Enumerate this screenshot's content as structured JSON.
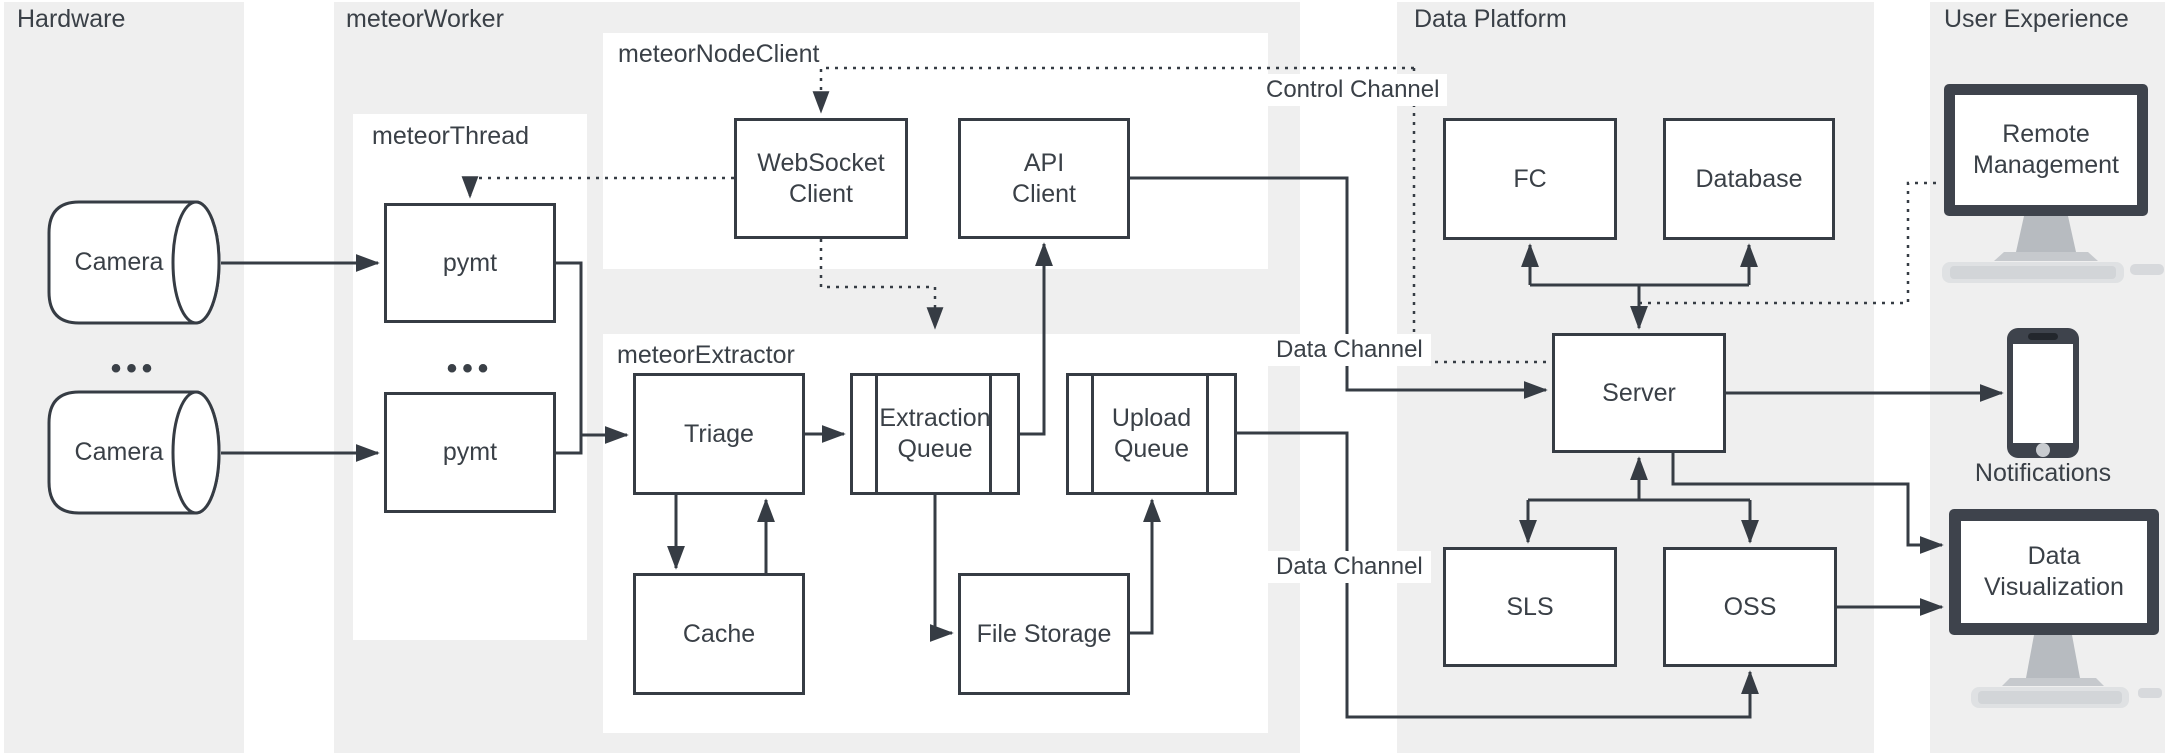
{
  "columns": {
    "hardware": {
      "title": "Hardware"
    },
    "meteor_worker": {
      "title": "meteorWorker"
    },
    "data_platform": {
      "title": "Data Platform"
    },
    "user_experience": {
      "title": "User Experience"
    }
  },
  "panels": {
    "meteor_thread": {
      "title": "meteorThread"
    },
    "meteor_node_client": {
      "title": "meteorNodeClient"
    },
    "meteor_extractor": {
      "title": "meteorExtractor"
    }
  },
  "nodes": {
    "camera1": {
      "label": "Camera"
    },
    "camera2": {
      "label": "Camera"
    },
    "pymt1": {
      "label": "pymt"
    },
    "pymt2": {
      "label": "pymt"
    },
    "websocket_client": {
      "label": "WebSocket\nClient"
    },
    "api_client": {
      "label": "API\nClient"
    },
    "triage": {
      "label": "Triage"
    },
    "extraction_queue": {
      "label": "Extraction\nQueue"
    },
    "upload_queue": {
      "label": "Upload\nQueue"
    },
    "cache": {
      "label": "Cache"
    },
    "file_storage": {
      "label": "File Storage"
    },
    "fc": {
      "label": "FC"
    },
    "database": {
      "label": "Database"
    },
    "server": {
      "label": "Server"
    },
    "sls": {
      "label": "SLS"
    },
    "oss": {
      "label": "OSS"
    }
  },
  "channels": {
    "control": {
      "label": "Control Channel"
    },
    "data_upper": {
      "label": "Data Channel"
    },
    "data_lower": {
      "label": "Data Channel"
    }
  },
  "user_experience": {
    "remote_management": {
      "label": "Remote\nManagement"
    },
    "notifications": {
      "label": "Notifications"
    },
    "data_visualization": {
      "label": "Data\nVisualization"
    }
  },
  "ellipsis": "•••",
  "colors": {
    "column_bg": "#efefef",
    "panel_bg": "#ffffff",
    "stroke": "#363c44",
    "text": "#3a4047",
    "device_body": "#3e434c",
    "device_stand": "#b7bbc0"
  }
}
